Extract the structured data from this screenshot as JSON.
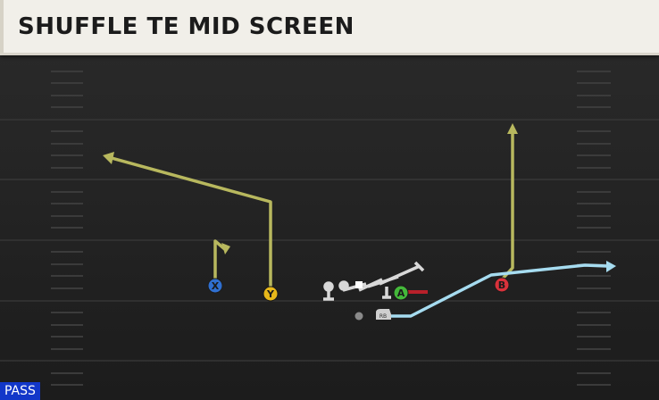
{
  "play": {
    "title": "SHUFFLE TE MID SCREEN",
    "mode": "PASS"
  },
  "players": {
    "x": {
      "button": "X",
      "color": "#2f6fd0",
      "route": "out-hitch"
    },
    "y": {
      "button": "Y",
      "color": "#e8b81a",
      "route": "post-corner"
    },
    "a": {
      "button": "A",
      "color": "#44b83a",
      "route": "block"
    },
    "b": {
      "button": "B",
      "color": "#d9323b",
      "route": "go"
    },
    "rb": {
      "button": "RB",
      "route": "screen"
    }
  },
  "colors": {
    "route_primary": "#b8b85e",
    "route_screen": "#a6dcf0",
    "block_line": "#b8202a",
    "linemen": "#d8d8d8",
    "field_line": "#3a3a3a"
  }
}
